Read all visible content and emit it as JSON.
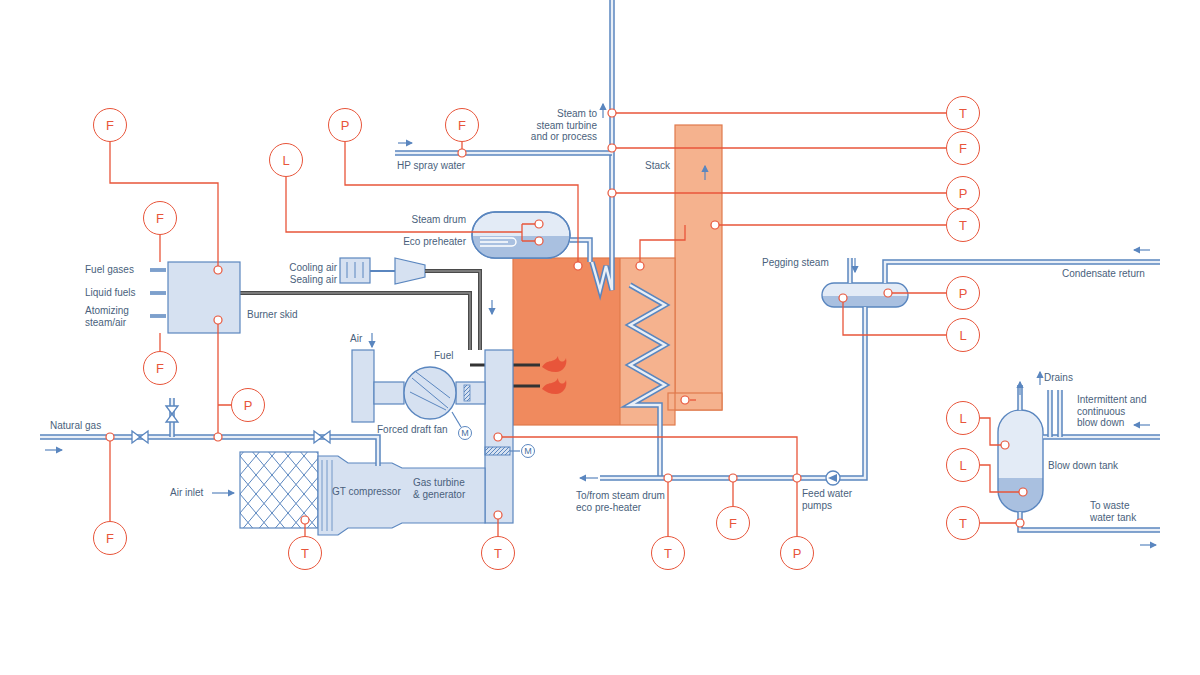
{
  "diagram": {
    "nodes": [
      {
        "text": [
          "F"
        ]
      },
      {
        "text": [
          "P"
        ]
      },
      {
        "text": [
          "F"
        ]
      },
      {
        "text": [
          "T"
        ]
      },
      {
        "text": [
          "F"
        ]
      },
      {
        "text": [
          "L"
        ]
      },
      {
        "text": [
          "P"
        ]
      },
      {
        "text": [
          "F"
        ]
      },
      {
        "text": [
          "T"
        ]
      },
      {
        "text": [
          "P"
        ]
      },
      {
        "text": [
          "L"
        ]
      },
      {
        "text": [
          "F"
        ]
      },
      {
        "text": [
          "P"
        ]
      },
      {
        "text": [
          "L"
        ]
      },
      {
        "text": [
          "M"
        ]
      },
      {
        "text": [
          "M"
        ]
      },
      {
        "text": [
          "L"
        ]
      },
      {
        "text": [
          "F"
        ]
      },
      {
        "text": [
          "T"
        ]
      },
      {
        "text": [
          "F"
        ]
      },
      {
        "text": [
          "T"
        ]
      },
      {
        "text": [
          "T"
        ]
      },
      {
        "text": [
          "T"
        ]
      },
      {
        "text": [
          "P"
        ]
      }
    ],
    "labels": [
      "Steam to steam turbine and or process",
      "HP spray water",
      "Stack",
      "Steam drum",
      "Eco preheater",
      "Cooling air Sealing air",
      "Fuel gases",
      "Liquid fuels",
      "Atomizing steam/air",
      "Burner skid",
      "Air",
      "Fuel",
      "Forced draft fan",
      "Natural gas",
      "Air inlet",
      "GT compressor",
      "Gas turbine & generator",
      "To/from steam drum eco pre-heater",
      "Feed water pumps",
      "Pegging steam",
      "Condensate return",
      "Drains",
      "Intermittent and continuous blow down",
      "Blow down tank",
      "To waste water tank"
    ]
  }
}
